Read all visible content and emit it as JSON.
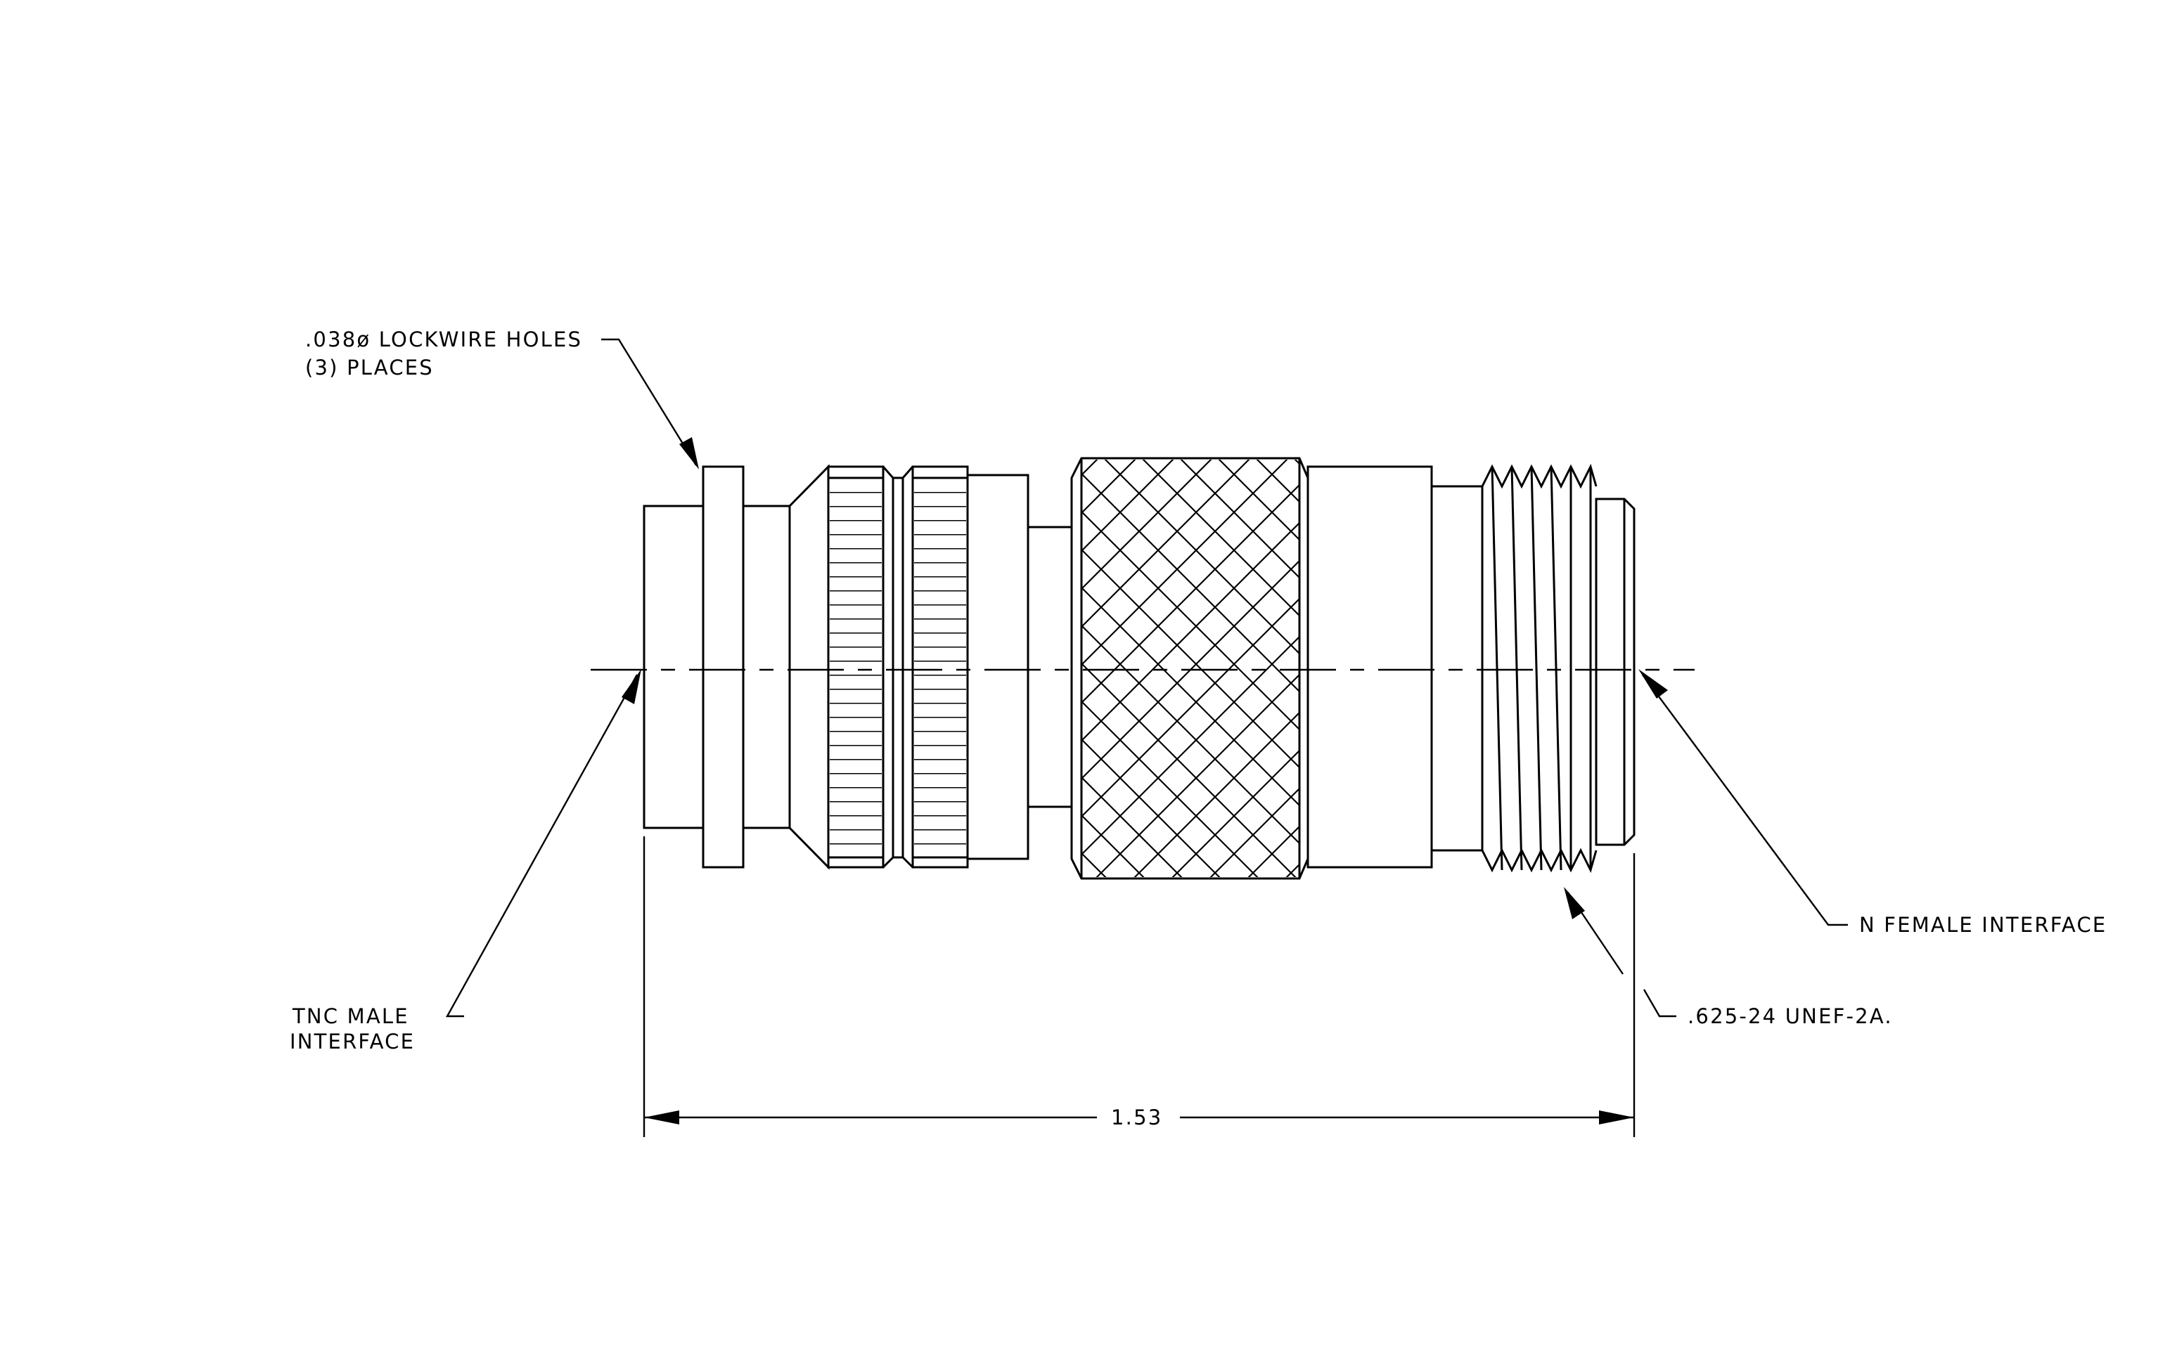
{
  "annotations": {
    "lockwire_line1": ".038ø LOCKWIRE HOLES",
    "lockwire_line2": "(3)  PLACES",
    "tnc_line1": "TNC MALE",
    "tnc_line2": "INTERFACE",
    "n_female": "N FEMALE INTERFACE",
    "thread": ".625-24 UNEF-2A.",
    "overall_length": "1.53"
  },
  "colors": {
    "line": "#000000",
    "background": "#ffffff"
  }
}
